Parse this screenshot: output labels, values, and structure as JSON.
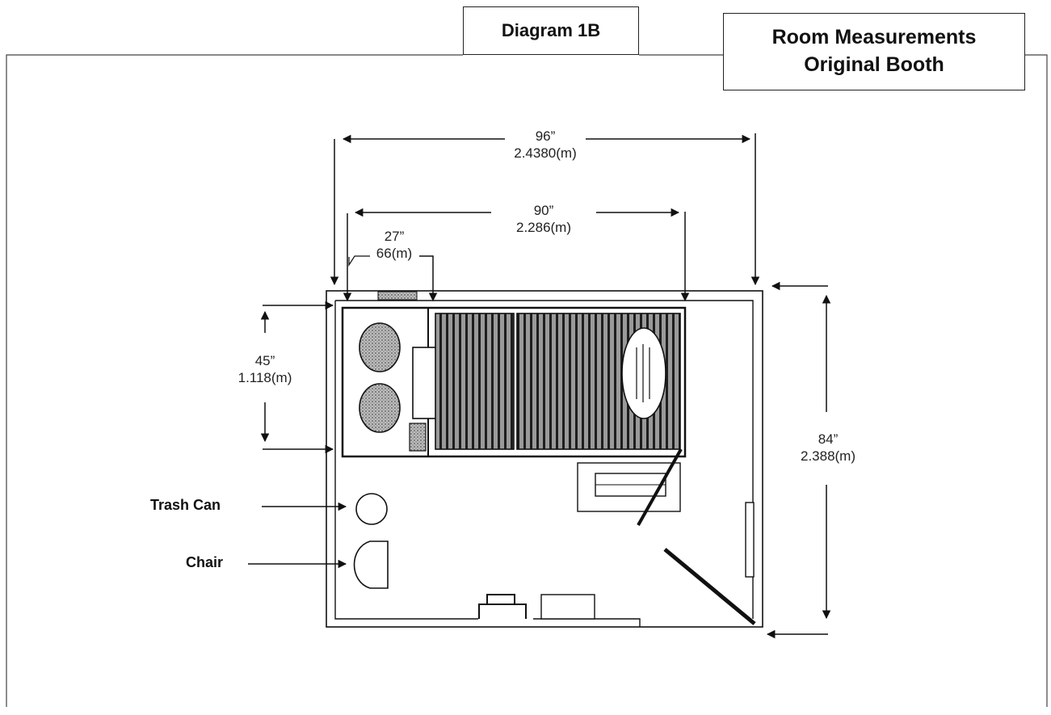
{
  "header": {
    "diagram_label": "Diagram 1B",
    "room_label_line1": "Room Measurements",
    "room_label_line2": "Original Booth"
  },
  "dimensions": {
    "overall_width": {
      "imperial": "96”",
      "metric": "2.4380(m)"
    },
    "inner_width": {
      "imperial": "90”",
      "metric": "2.286(m)"
    },
    "desk_gap": {
      "imperial": "27”",
      "metric": "66(m)"
    },
    "desk_depth": {
      "imperial": "45”",
      "metric": "1.118(m)"
    },
    "room_depth": {
      "imperial": "84”",
      "metric": "2.388(m)"
    }
  },
  "callouts": {
    "trash_can": "Trash Can",
    "chair": "Chair"
  },
  "colors": {
    "line": "#111111",
    "hatch_fill": "#8a8a8a",
    "hatch_stripe": "#1a1a1a",
    "speaker_fill": "#a8a8a8"
  }
}
